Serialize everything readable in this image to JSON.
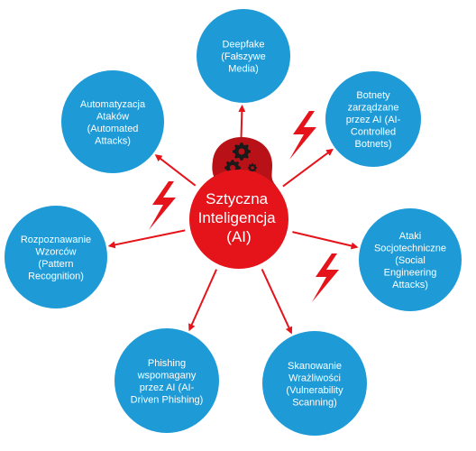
{
  "colors": {
    "node_fill": "#1e9bd7",
    "center_fill": "#e5141b",
    "arrow": "#e5141b",
    "lightning": "#e5141b",
    "head": "#b81218",
    "gear": "#1a1a1a",
    "text": "#ffffff"
  },
  "icons": {
    "head": "head-with-gears-icon",
    "lightning": "lightning-bolt-icon"
  },
  "center": {
    "lines": [
      "Sztyczna",
      "Inteligencja",
      "(AI)"
    ]
  },
  "nodes": [
    {
      "id": "deepfake",
      "lines": [
        "Deepfake",
        "(Fałszywe",
        "Media)"
      ]
    },
    {
      "id": "botnets",
      "lines": [
        "Botnety",
        "zarządzane",
        "przez AI (AI-",
        "Controlled",
        "Botnets)"
      ]
    },
    {
      "id": "social-engineering",
      "lines": [
        "Ataki",
        "Socjotechniczne",
        "(Social",
        "Engineering",
        "Attacks)"
      ]
    },
    {
      "id": "vulnerability-scanning",
      "lines": [
        "Skanowanie",
        "Wrażliwości",
        "(Vulnerability",
        "Scanning)"
      ]
    },
    {
      "id": "phishing",
      "lines": [
        "Phishing",
        "wspomagany",
        "przez AI (AI-",
        "Driven Phishing)"
      ]
    },
    {
      "id": "pattern-recognition",
      "lines": [
        "Rozpoznawanie",
        "Wzorców",
        "(Pattern",
        "Recognition)"
      ]
    },
    {
      "id": "automated-attacks",
      "lines": [
        "Automatyzacja",
        "Ataków",
        "(Automated",
        "Attacks)"
      ]
    }
  ]
}
